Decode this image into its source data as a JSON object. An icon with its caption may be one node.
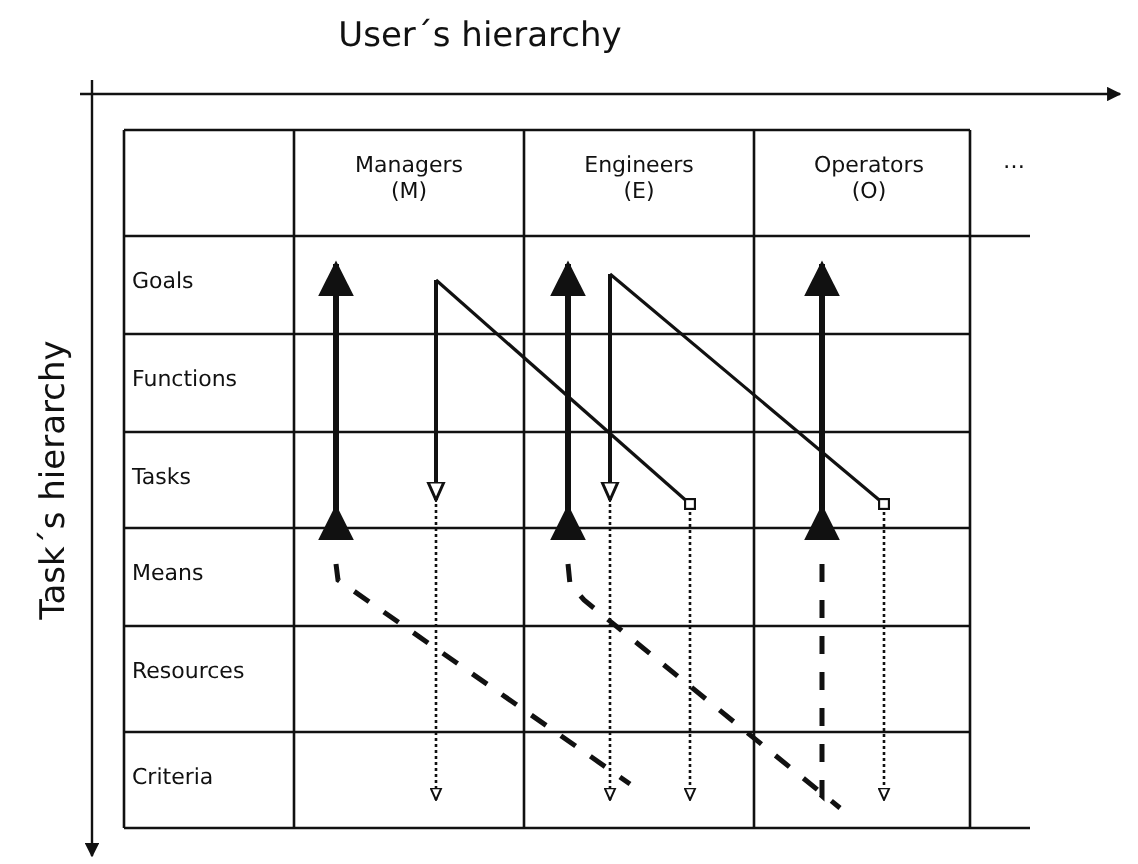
{
  "diagram": {
    "labels": [
      "User´s hierarchy",
      "Task´s hierarchy",
      "Managers (M)",
      "Engineers (E)",
      "Operators (O)",
      "…",
      "Goals",
      "Functions",
      "Tasks",
      "Means",
      "Resources",
      "Criteria"
    ]
  }
}
